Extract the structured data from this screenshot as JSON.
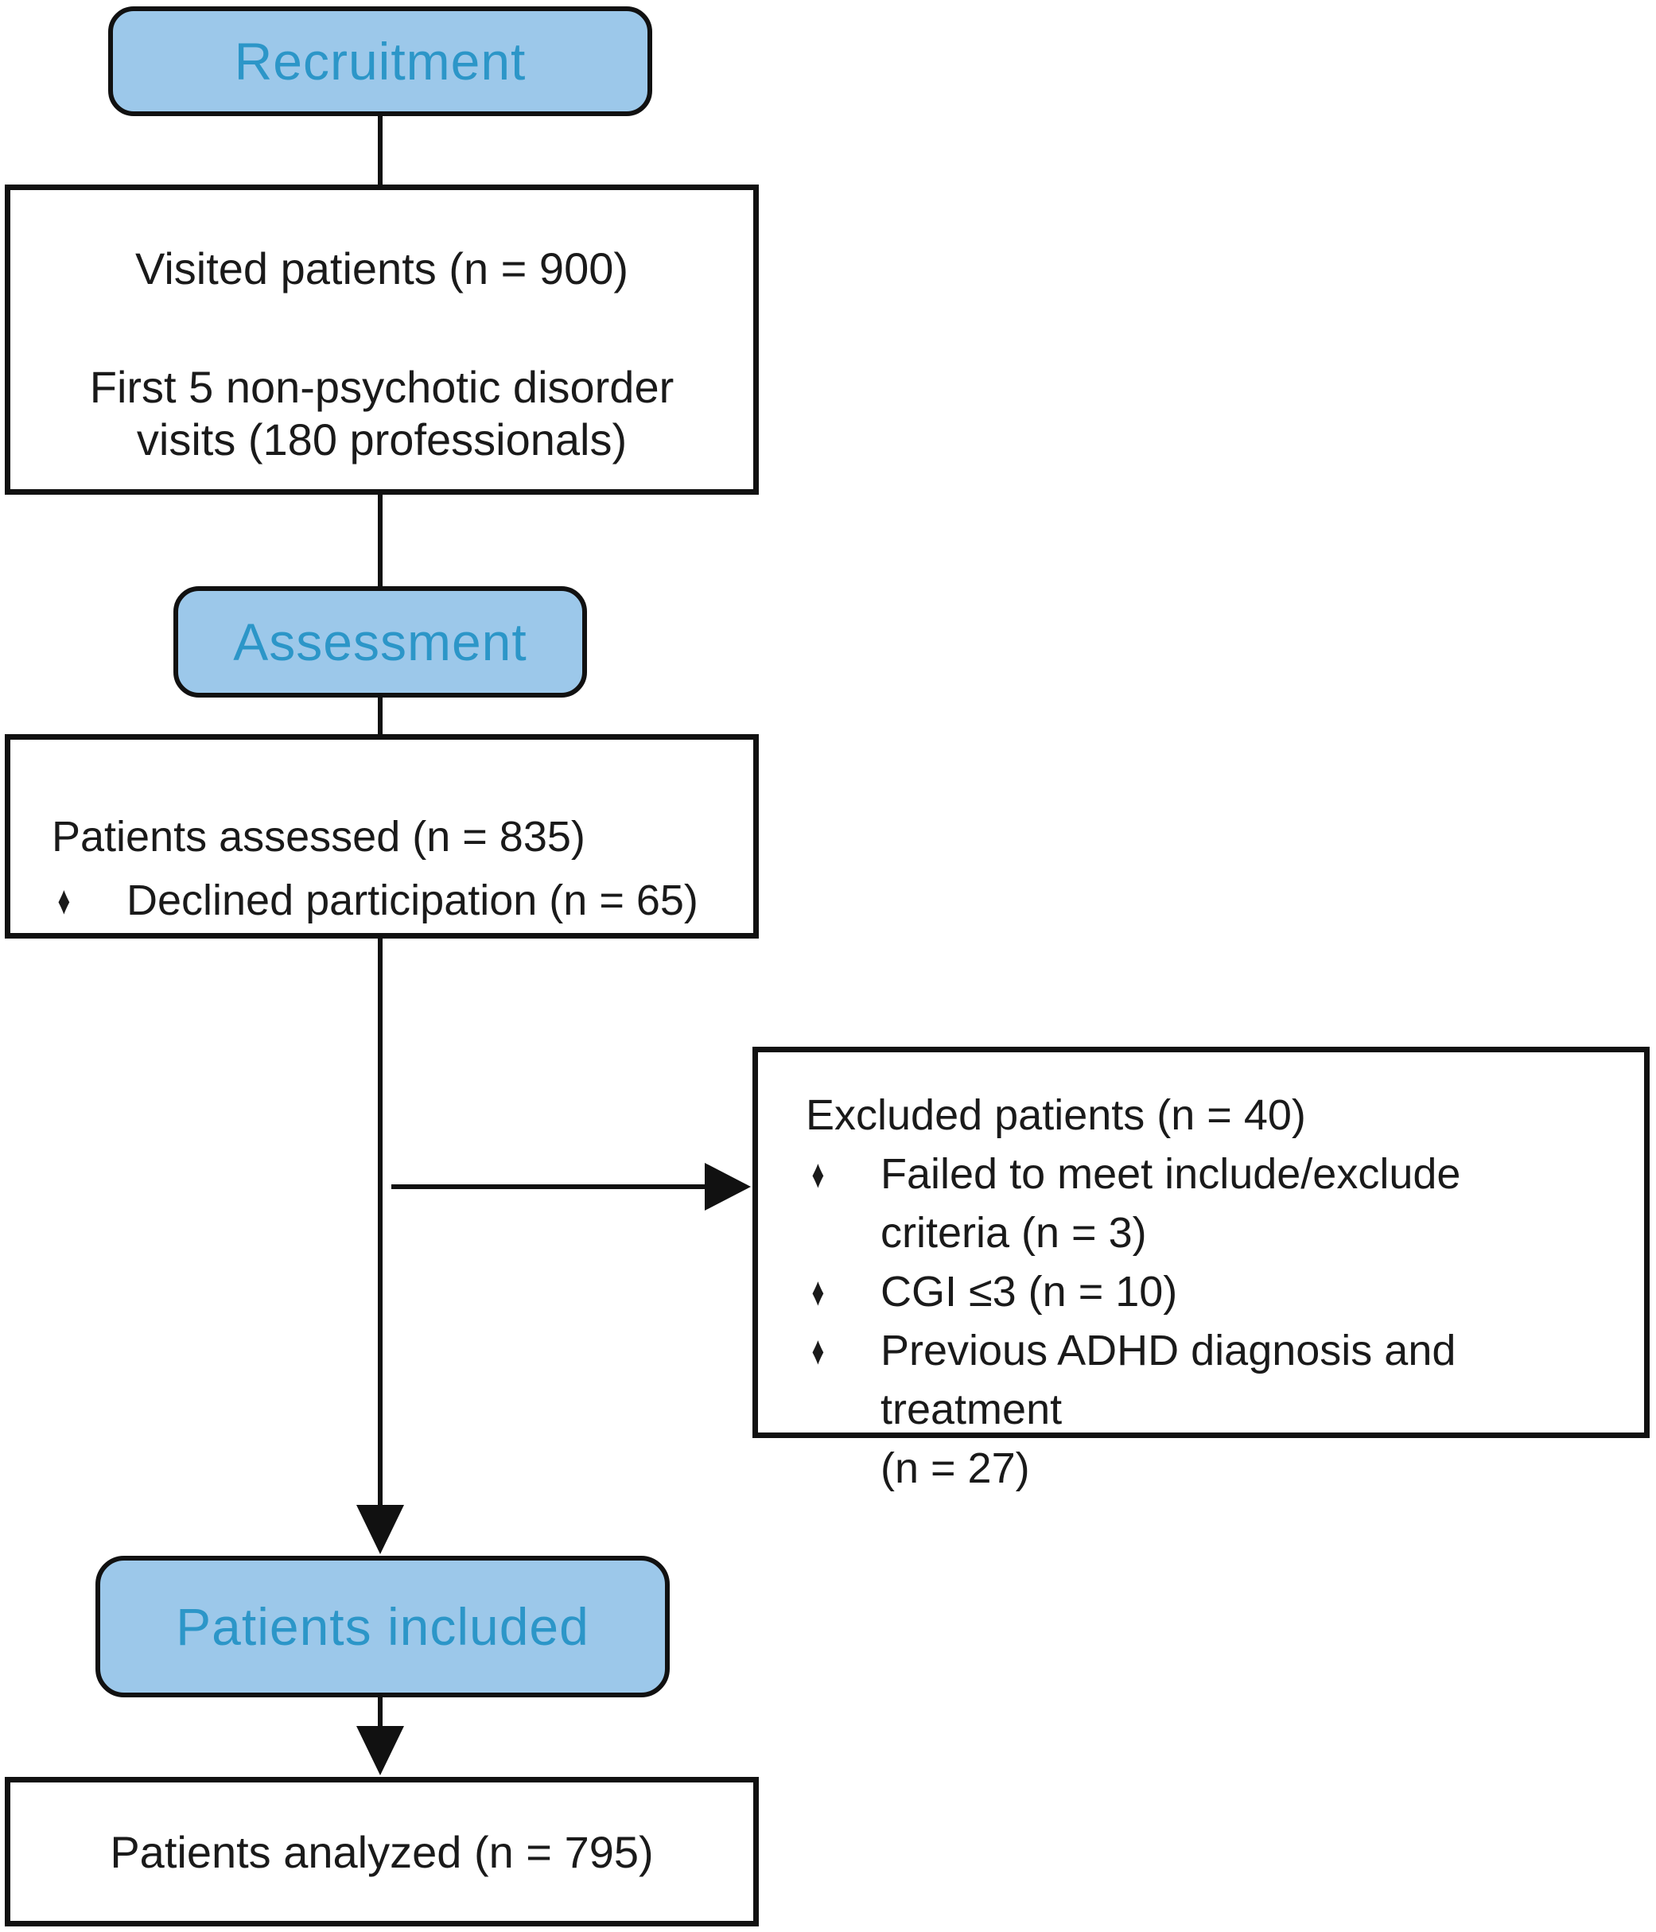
{
  "diagram_title": "Patient flow diagram",
  "colors": {
    "stage_fill": "#9cc8ea",
    "stage_text": "#2c96c8",
    "box_background": "#ffffff",
    "box_border": "#111111",
    "line_color": "#111111",
    "body_text": "#1a1a1a"
  },
  "stages": {
    "recruitment": {
      "label": "Recruitment"
    },
    "assessment": {
      "label": "Assessment"
    },
    "included": {
      "label": "Patients included"
    }
  },
  "boxes": {
    "visited": {
      "title": "Visited patients (n = 900)",
      "subtitle_lines": [
        "First 5 non-psychotic disorder",
        "visits (180 professionals)"
      ]
    },
    "assessed": {
      "title": "Patients assessed (n = 835)",
      "bullets": [
        {
          "marker": "♦",
          "lines": [
            "Declined participation (n = 65)"
          ]
        }
      ]
    },
    "excluded": {
      "title": "Excluded patients (n = 40)",
      "bullets": [
        {
          "marker": "♦",
          "lines": [
            "Failed to meet include/exclude",
            "criteria (n = 3)"
          ]
        },
        {
          "marker": "♦",
          "lines": [
            "CGI ≤3 (n = 10)"
          ]
        },
        {
          "marker": "♦",
          "lines": [
            "Previous ADHD diagnosis and treatment",
            "(n = 27)"
          ]
        }
      ]
    },
    "analyzed": {
      "title": "Patients analyzed (n = 795)"
    }
  }
}
